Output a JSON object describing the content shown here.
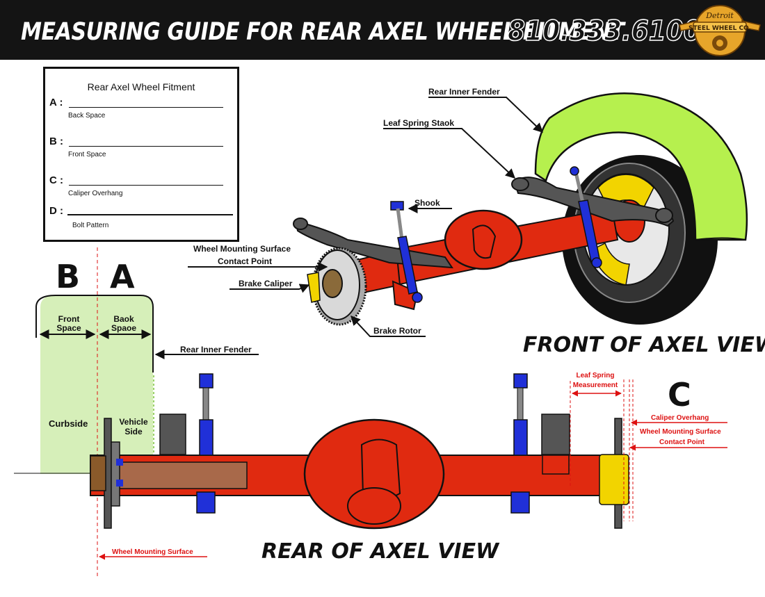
{
  "header": {
    "title": "MEASURING GUIDE FOR REAR AXEL WHEEL FITMENT",
    "phone": "810.333.6100",
    "logo_top": "Detroit",
    "logo_main": "STEEL WHEEL CO."
  },
  "form": {
    "title": "Rear Axel Wheel Fitment",
    "rows": [
      {
        "letter": "A :",
        "caption": "Back Space"
      },
      {
        "letter": "B :",
        "caption": "Front Space"
      },
      {
        "letter": "C :",
        "caption": "Caliper Overhang"
      },
      {
        "letter": "D :",
        "caption": "Bolt Pattern"
      }
    ]
  },
  "front_view": {
    "heading": "FRONT OF AXEL VIEW",
    "labels": {
      "inner_fender": "Rear Inner Fender",
      "leaf_spring": "Leaf Spring Staok",
      "shock": "Shook",
      "mount_line1": "Wheel Mounting Surface",
      "mount_line2": "Contact Point",
      "caliper": "Brake Caliper",
      "rotor": "Brake Rotor"
    }
  },
  "rear_view": {
    "heading": "REAR OF AXEL VIEW",
    "letter_b": "B",
    "letter_a": "A",
    "letter_c": "C",
    "front_space_1": "Front",
    "front_space_2": "Space",
    "back_space_1": "Baok",
    "back_space_2": "Spaoe",
    "inner_fender": "Rear Inner Fender",
    "curbside": "Curbside",
    "vehicle_side_1": "Vehicle",
    "vehicle_side_2": "Side",
    "leaf_meas_1": "Leaf Spring",
    "leaf_meas_2": "Measurement",
    "caliper_overhang": "Caliper Overhang",
    "mount_contact_1": "Wheel Mounting Surface",
    "mount_contact_2": "Contact Point",
    "mount_surface": "Wheel Mounting Surface"
  },
  "colors": {
    "axle_red": "#e02a10",
    "fender_green": "#b6f04e",
    "shock_blue": "#2030d8",
    "caliper_yellow": "#f2d400",
    "space_green": "#d6efb9",
    "measure_red": "#d11111"
  }
}
